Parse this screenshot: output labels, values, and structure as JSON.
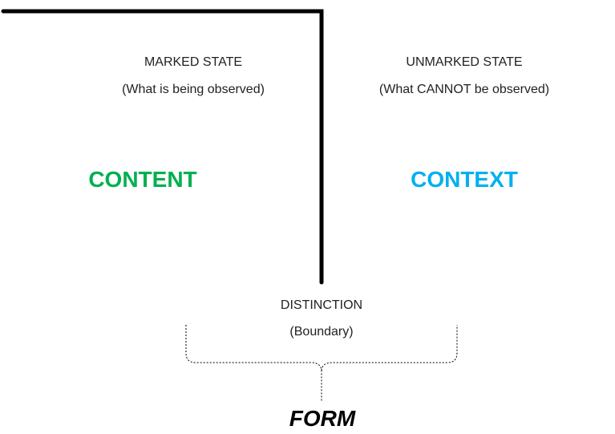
{
  "diagram": {
    "marked": {
      "title": "MARKED STATE",
      "subtitle": "(What is being observed)"
    },
    "unmarked": {
      "title": "UNMARKED STATE",
      "subtitle": "(What CANNOT be observed)"
    },
    "content_label": "CONTENT",
    "context_label": "CONTEXT",
    "distinction": {
      "title": "DISTINCTION",
      "subtitle": "(Boundary)"
    },
    "form_label": "FORM"
  },
  "colors": {
    "content": "#00b050",
    "context": "#00b0f0",
    "boundary_line": "#000000",
    "brace": "#000000"
  }
}
